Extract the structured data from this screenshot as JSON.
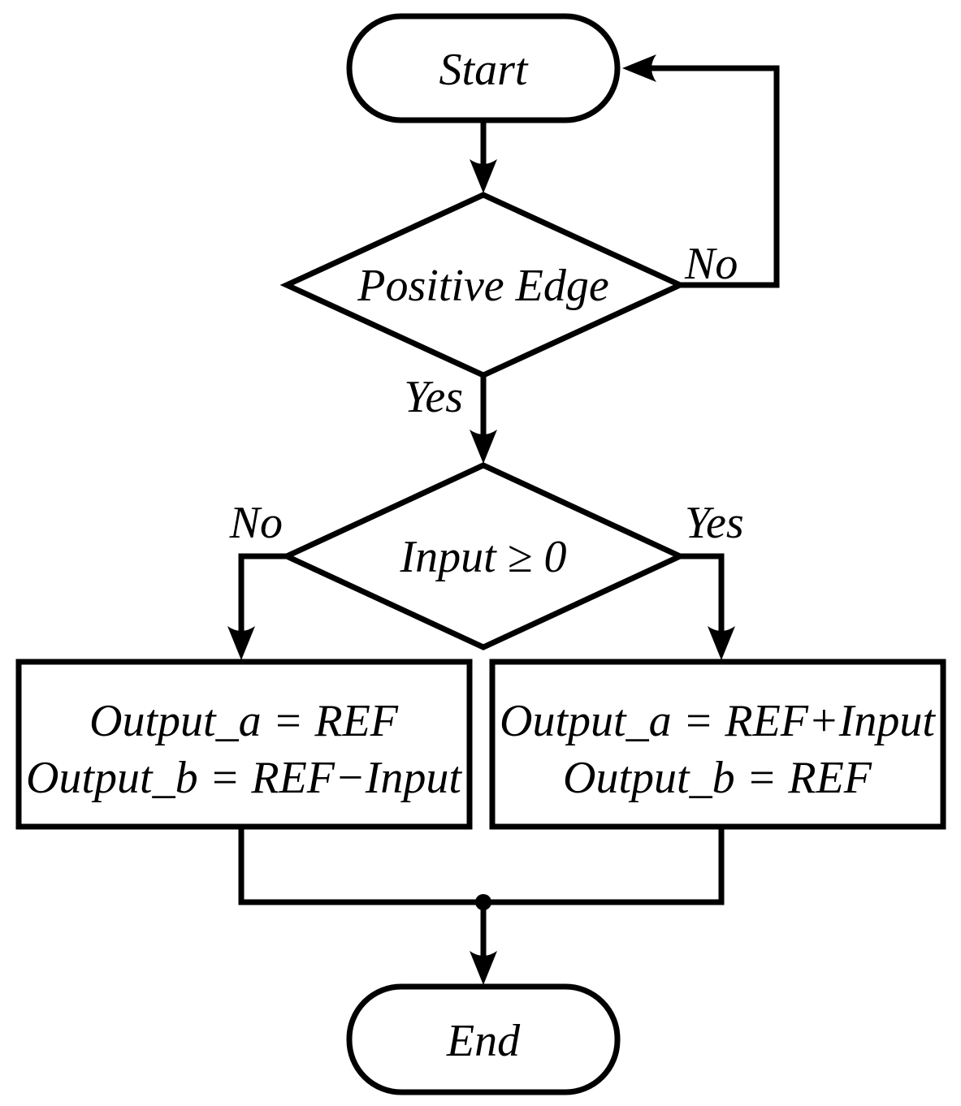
{
  "nodes": {
    "start": {
      "label": "Start"
    },
    "decision_edge": {
      "label": "Positive Edge"
    },
    "decision_input": {
      "label": "Input ≥ 0"
    },
    "process_negative": {
      "line1": "Output_a = REF",
      "line2": "Output_b = REF−Input"
    },
    "process_positive": {
      "line1": "Output_a = REF+Input",
      "line2": "Output_b = REF"
    },
    "end": {
      "label": "End"
    }
  },
  "edge_labels": {
    "positive_edge_no": "No",
    "positive_edge_yes": "Yes",
    "input_no": "No",
    "input_yes": "Yes"
  },
  "colors": {
    "stroke": "#000000",
    "shape_fill": "#ffffff",
    "background": "#ffffff"
  }
}
